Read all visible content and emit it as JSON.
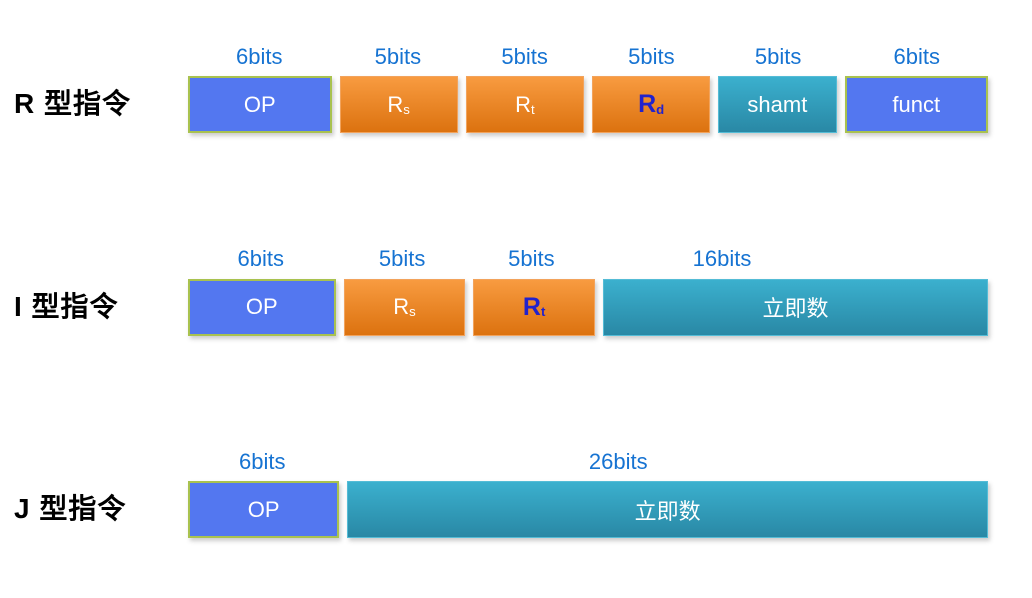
{
  "diagram": {
    "colors": {
      "background": "#FFFFFF",
      "bits_label": "#1673D2",
      "blue_box": "#5377F0",
      "blue_box_border": "#A9C24F",
      "orange_box_top": "#F89B40",
      "orange_box_bottom": "#DC720F",
      "orange_box_border": "#F2A35C",
      "teal_box_top": "#3BB0CE",
      "teal_box_bottom": "#2988A5",
      "teal_box_border": "#54BCD6",
      "box_text": "#FFFFFF",
      "highlight_text": "#2222CC",
      "row_label_text": "#000000"
    },
    "rows": [
      {
        "label": "R 型指令",
        "fields": [
          {
            "name": "op",
            "bits": "6bits",
            "main": "OP",
            "sub": "",
            "style": "blue",
            "highlight": false,
            "label_shift": 0
          },
          {
            "name": "rs",
            "bits": "5bits",
            "main": "R",
            "sub": "s",
            "style": "orange",
            "highlight": false,
            "label_shift": 0
          },
          {
            "name": "rt",
            "bits": "5bits",
            "main": "R",
            "sub": "t",
            "style": "orange",
            "highlight": false,
            "label_shift": 0
          },
          {
            "name": "rd",
            "bits": "5bits",
            "main": "R",
            "sub": "d",
            "style": "orange",
            "highlight": true,
            "label_shift": 0
          },
          {
            "name": "shamt",
            "bits": "5bits",
            "main": "shamt",
            "sub": "",
            "style": "teal",
            "highlight": false,
            "label_shift": 0
          },
          {
            "name": "funct",
            "bits": "6bits",
            "main": "funct",
            "sub": "",
            "style": "blue",
            "highlight": false,
            "label_shift": 0
          }
        ]
      },
      {
        "label": "I 型指令",
        "fields": [
          {
            "name": "op",
            "bits": "6bits",
            "main": "OP",
            "sub": "",
            "style": "blue",
            "highlight": false,
            "label_shift": 0
          },
          {
            "name": "rs",
            "bits": "5bits",
            "main": "R",
            "sub": "s",
            "style": "orange",
            "highlight": false,
            "label_shift": 0
          },
          {
            "name": "rt",
            "bits": "5bits",
            "main": "R",
            "sub": "t",
            "style": "orange",
            "highlight": true,
            "label_shift": 0
          },
          {
            "name": "immediate",
            "bits": "16bits",
            "main": "立即数",
            "sub": "",
            "style": "teal",
            "highlight": false,
            "label_shift": -72
          }
        ]
      },
      {
        "label": "J 型指令",
        "fields": [
          {
            "name": "op",
            "bits": "6bits",
            "main": "OP",
            "sub": "",
            "style": "blue",
            "highlight": false,
            "label_shift": 0
          },
          {
            "name": "immediate",
            "bits": "26bits",
            "main": "立即数",
            "sub": "",
            "style": "teal",
            "highlight": false,
            "label_shift": -48
          }
        ]
      }
    ]
  }
}
